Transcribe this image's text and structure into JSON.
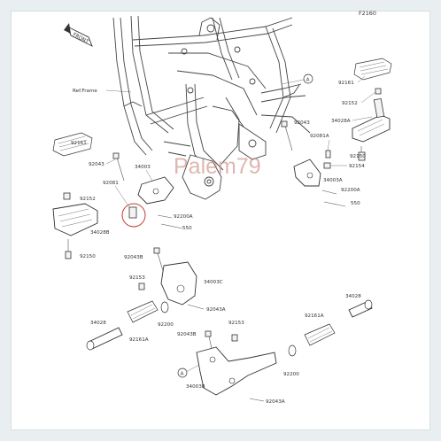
{
  "diagram": {
    "code": "F2160",
    "front_label": "FRONT",
    "ref_frame_label": "Ref.Frame",
    "watermark": "Palem79",
    "callout_A": "A",
    "callouts": {
      "c92161_tr": "92161",
      "c92152_tr": "92152",
      "c34028A": "34028A",
      "c92043_tr": "92043",
      "c92081A": "92081A",
      "c92150_r": "92150",
      "c92154": "92154",
      "c34003A": "34003A",
      "c92200A_r": "92200A",
      "c550_r": "550",
      "c92161_l": "92161",
      "c92043_l": "92043",
      "c34003": "34003",
      "c92081": "92081",
      "c92152_l": "92152",
      "c34028B": "34028B",
      "c92150_l": "92150",
      "c92200A_c": "92200A",
      "c550_c": "550",
      "c92043B_1": "92043B",
      "c92153_1": "92153",
      "c34003C": "34003C",
      "c92043A_1": "92043A",
      "c34028_l": "34028",
      "c92161A_l": "92161A",
      "c92200_l": "92200",
      "c92043B_2": "92043B",
      "c92153_2": "92153",
      "c34028_r": "34028",
      "c92161A_r": "92161A",
      "c92200_r": "92200",
      "c34003B": "34003B",
      "c92043A_2": "92043A"
    }
  }
}
